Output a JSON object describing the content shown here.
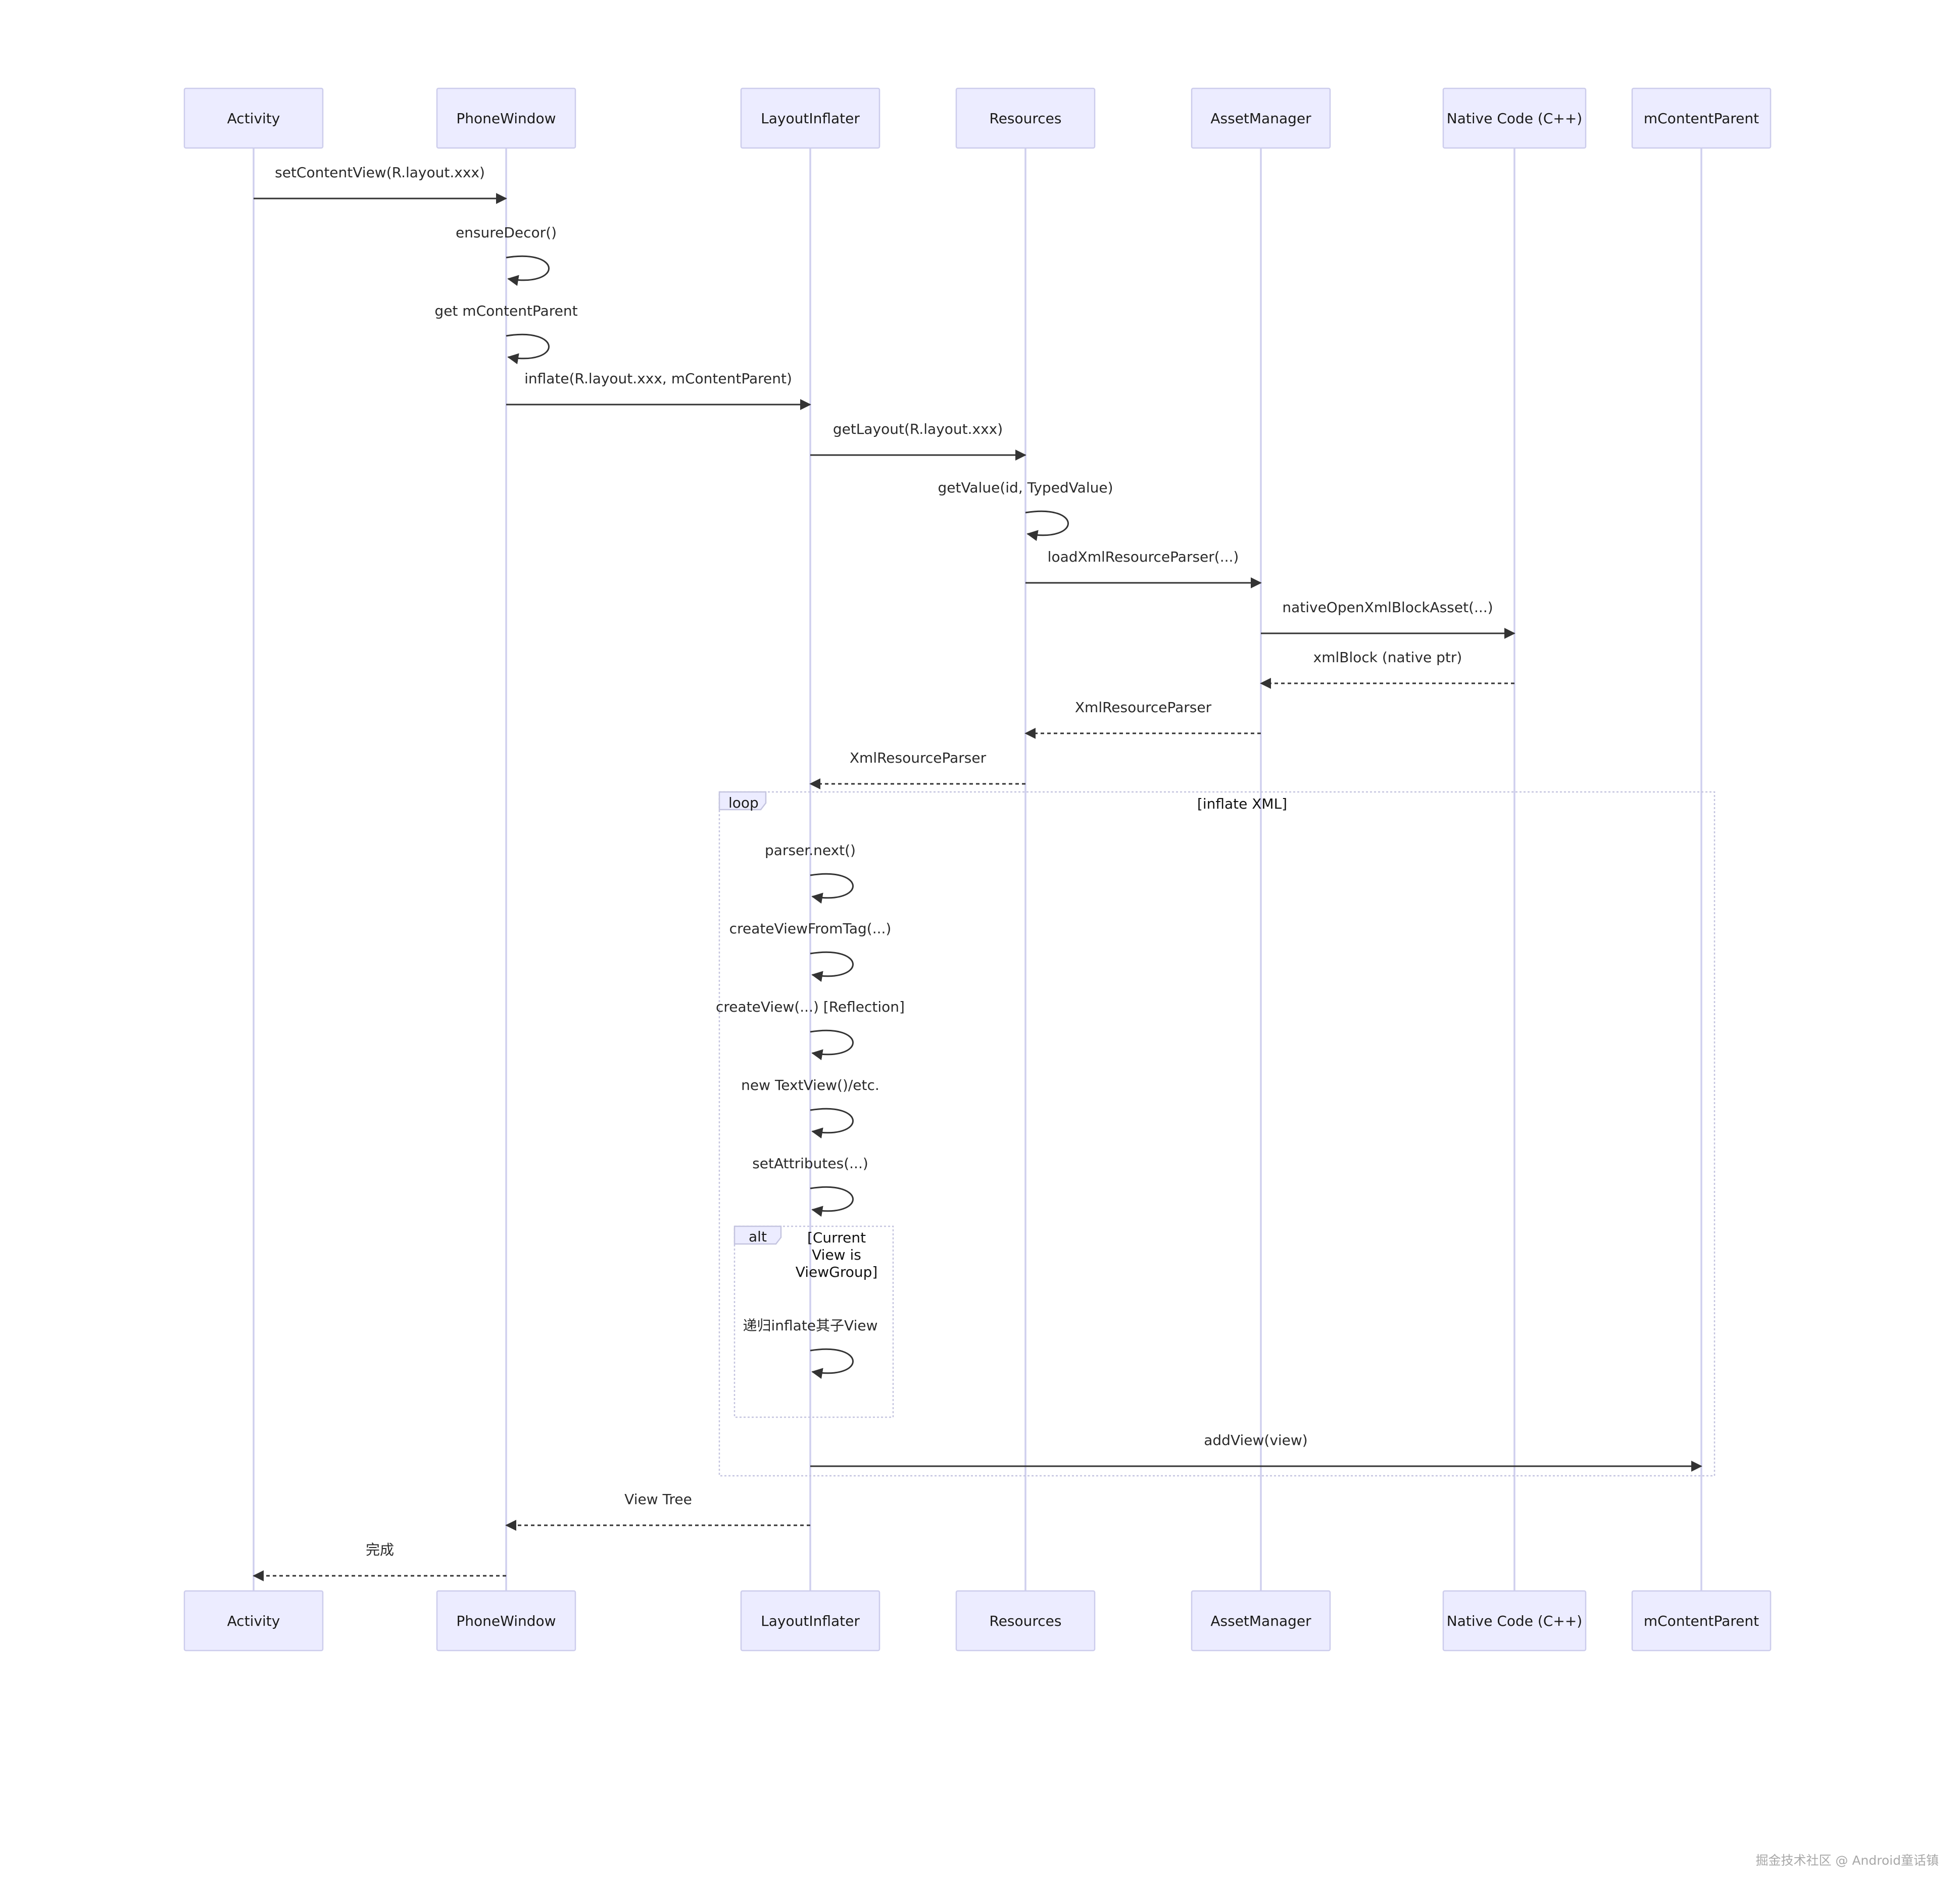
{
  "participants": [
    {
      "id": "activity",
      "label": "Activity"
    },
    {
      "id": "phonewindow",
      "label": "PhoneWindow"
    },
    {
      "id": "layoutinflater",
      "label": "LayoutInflater"
    },
    {
      "id": "resources",
      "label": "Resources"
    },
    {
      "id": "assetmanager",
      "label": "AssetManager"
    },
    {
      "id": "native",
      "label": "Native Code (C++)"
    },
    {
      "id": "mcontentparent",
      "label": "mContentParent"
    }
  ],
  "messages": [
    {
      "from": "activity",
      "to": "phonewindow",
      "label": "setContentView(R.layout.xxx)",
      "style": "solid"
    },
    {
      "from": "phonewindow",
      "to": "phonewindow",
      "label": "ensureDecor()",
      "style": "solid"
    },
    {
      "from": "phonewindow",
      "to": "phonewindow",
      "label": "get mContentParent",
      "style": "solid"
    },
    {
      "from": "phonewindow",
      "to": "layoutinflater",
      "label": "inflate(R.layout.xxx, mContentParent)",
      "style": "solid"
    },
    {
      "from": "layoutinflater",
      "to": "resources",
      "label": "getLayout(R.layout.xxx)",
      "style": "solid"
    },
    {
      "from": "resources",
      "to": "resources",
      "label": "getValue(id, TypedValue)",
      "style": "solid"
    },
    {
      "from": "resources",
      "to": "assetmanager",
      "label": "loadXmlResourceParser(...)",
      "style": "solid"
    },
    {
      "from": "assetmanager",
      "to": "native",
      "label": "nativeOpenXmlBlockAsset(...)",
      "style": "solid"
    },
    {
      "from": "native",
      "to": "assetmanager",
      "label": "xmlBlock (native ptr)",
      "style": "dotted"
    },
    {
      "from": "assetmanager",
      "to": "resources",
      "label": "XmlResourceParser",
      "style": "dotted"
    },
    {
      "from": "resources",
      "to": "layoutinflater",
      "label": "XmlResourceParser",
      "style": "dotted"
    },
    {
      "from": "layoutinflater",
      "to": "layoutinflater",
      "label": "parser.next()",
      "style": "solid"
    },
    {
      "from": "layoutinflater",
      "to": "layoutinflater",
      "label": "createViewFromTag(...)",
      "style": "solid"
    },
    {
      "from": "layoutinflater",
      "to": "layoutinflater",
      "label": "createView(...) [Reflection]",
      "style": "solid"
    },
    {
      "from": "layoutinflater",
      "to": "layoutinflater",
      "label": "new TextView()/etc.",
      "style": "solid"
    },
    {
      "from": "layoutinflater",
      "to": "layoutinflater",
      "label": "setAttributes(...)",
      "style": "solid"
    },
    {
      "from": "layoutinflater",
      "to": "layoutinflater",
      "label": "递归inflate其子View",
      "style": "solid"
    },
    {
      "from": "layoutinflater",
      "to": "mcontentparent",
      "label": "addView(view)",
      "style": "solid"
    },
    {
      "from": "layoutinflater",
      "to": "phonewindow",
      "label": "View Tree",
      "style": "dotted"
    },
    {
      "from": "phonewindow",
      "to": "activity",
      "label": "完成",
      "style": "dotted"
    }
  ],
  "frames": [
    {
      "kind": "loop",
      "condition": "[inflate XML]"
    },
    {
      "kind": "alt",
      "condition_lines": [
        "[Current",
        "View is",
        "ViewGroup]"
      ]
    }
  ],
  "watermark": "掘金技术社区 @ Android童话镇"
}
